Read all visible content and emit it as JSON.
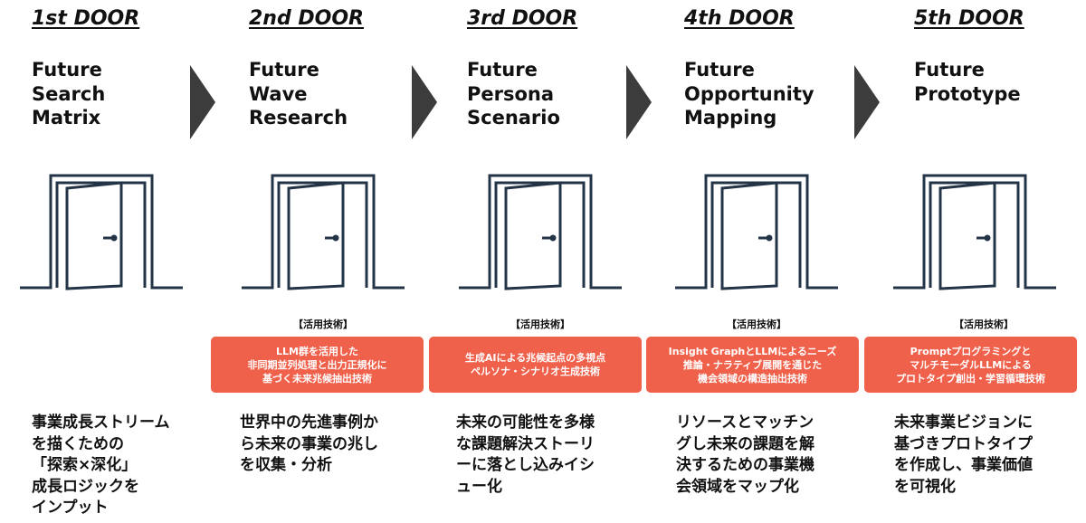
{
  "tech_label": "【活用技術】",
  "doors": [
    {
      "title": "1st DOOR",
      "name_lines": [
        "Future",
        "Search",
        "Matrix"
      ],
      "tech_lines": [],
      "description_lines": [
        "事業成長ストリーム",
        "を描くための",
        "「探索×深化」",
        "成長ロジックを",
        "インプット"
      ]
    },
    {
      "title": "2nd DOOR",
      "name_lines": [
        "Future",
        "Wave",
        "Research"
      ],
      "tech_lines": [
        "LLM群を活用した",
        "非同期並列処理と出力正規化に",
        "基づく未来兆候抽出技術"
      ],
      "description_lines": [
        "世界中の先進事例か",
        "ら未来の事業の兆し",
        "を収集・分析"
      ]
    },
    {
      "title": "3rd DOOR",
      "name_lines": [
        "Future",
        "Persona",
        "Scenario"
      ],
      "tech_lines": [
        "生成AIによる兆候起点の多視点",
        "ペルソナ・シナリオ生成技術"
      ],
      "description_lines": [
        "未来の可能性を多様",
        "な課題解決ストーリ",
        "ーに落とし込みイシ",
        "ュー化"
      ]
    },
    {
      "title": "4th DOOR",
      "name_lines": [
        "Future",
        "Opportunity",
        "Mapping"
      ],
      "tech_lines": [
        "Insight GraphとLLMによるニーズ",
        "推論・ナラティブ展開を通じた",
        "機会領域の構造抽出技術"
      ],
      "description_lines": [
        "リソースとマッチン",
        "グし未来の課題を解",
        "決するための事業機",
        "会領域をマップ化"
      ]
    },
    {
      "title": "5th DOOR",
      "name_lines": [
        "Future",
        "Prototype"
      ],
      "tech_lines": [
        "Promptプログラミングと",
        "マルチモーダルLLMによる",
        "プロトタイプ創出・学習循環技術"
      ],
      "description_lines": [
        "未来事業ビジョンに",
        "基づきプロトタイプ",
        "を作成し、事業価値",
        "を可視化"
      ]
    }
  ],
  "colors": {
    "door_stroke": "#243447",
    "tech_box": "#f0614b",
    "arrow": "#3c3c3c"
  },
  "icons": {
    "door": "open-door-icon",
    "arrow": "chevron-right-arrow-icon"
  }
}
